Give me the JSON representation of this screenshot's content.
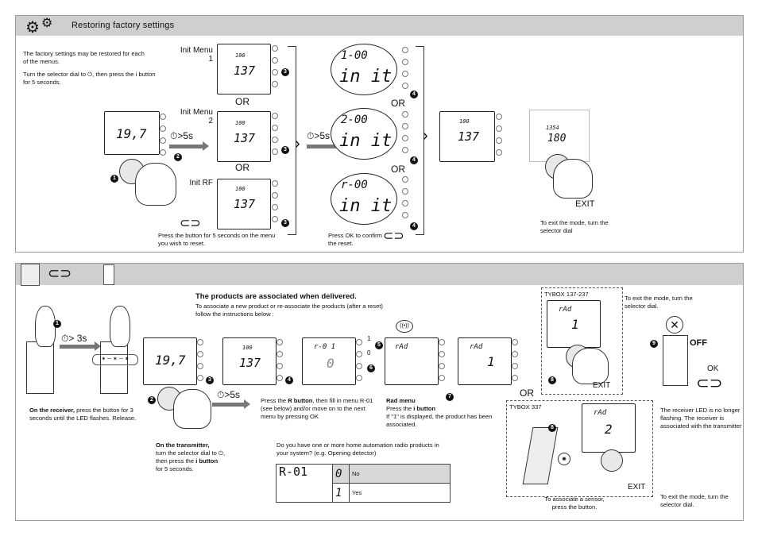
{
  "section1": {
    "title": "Restoring factory settings",
    "intro1": "The factory settings may be restored for each of the menus.",
    "intro2": "Turn the selector dial to ⏻, then press the i button for 5 seconds.",
    "main_display": "19,7",
    "timer1": "⏱>5s",
    "timer2": "⏱>5s",
    "init_menu1": "Init Menu 1",
    "init_menu2": "Init Menu 2",
    "init_rf": "Init RF",
    "or": "OR",
    "small_top": "100",
    "small_big": "137",
    "init_codes": [
      "1-00",
      "2-00",
      "r-00"
    ],
    "init_word": "in it",
    "press_5s": "Press the button for 5 seconds on the menu you wish to reset.",
    "press_ok": "Press OK to confirm the reset.",
    "exit_label": "EXIT",
    "exit_text": "To exit the mode, turn the selector dial",
    "exit_display_top": "1354",
    "exit_display_big": "180"
  },
  "section2": {
    "heading": "The products are associated when delivered.",
    "subheading": "To associate a new product or re-associate the products (after a reset) follow the instructions below :",
    "timer_3s": "⏱> 3s",
    "receiver_bold": "On the receiver,",
    "receiver_text": "press the button for 3 seconds until the LED flashes. Release.",
    "transmitter_bold": "On the transmitter,",
    "transmitter_text1": "turn the selector dial to ⏻,",
    "transmitter_text2": "then press the",
    "transmitter_bold2": "i button",
    "transmitter_text3": "for 5 seconds.",
    "timer_5s": "⏱>5s",
    "display_main": "19,7",
    "display_small_top": "100",
    "display_small_big": "137",
    "display_r01": "r-0 1",
    "display_zero": "0",
    "display_rad": "rAd",
    "display_one": "1",
    "display_two": "2",
    "r_button_line1": "Press the",
    "r_button_bold": "R button",
    "r_button_rest": ", then fill in menu R-01 (see below) and/or move on to the next menu by pressing OK",
    "rad_bold": "Rad menu",
    "rad_line2a": "Press the",
    "rad_line2b": "i button",
    "rad_line3": "If \"1\" is displayed, the product has been associated.",
    "question": "Do you have one or more home automation radio products in your system? (e.g. Opening detector)",
    "table_code": "R-01",
    "table_rows": [
      {
        "digit": "0",
        "label": "No"
      },
      {
        "digit": "1",
        "label": "Yes"
      }
    ],
    "tybox1": "TYBOX 137-237",
    "tybox2": "TYBOX 337",
    "or": "OR",
    "exit1": "EXIT",
    "exit2": "EXIT",
    "sensor_text": "To associate a sensor, press the button.",
    "exit_mode_text": "To exit the mode, turn the selector dial.",
    "off": "OFF",
    "ok": "OK",
    "led_text": "The receiver LED is no longer flashing. The receiver is associated with the transmitter",
    "exit_bottom": "To exit the mode, turn the selector dial."
  }
}
